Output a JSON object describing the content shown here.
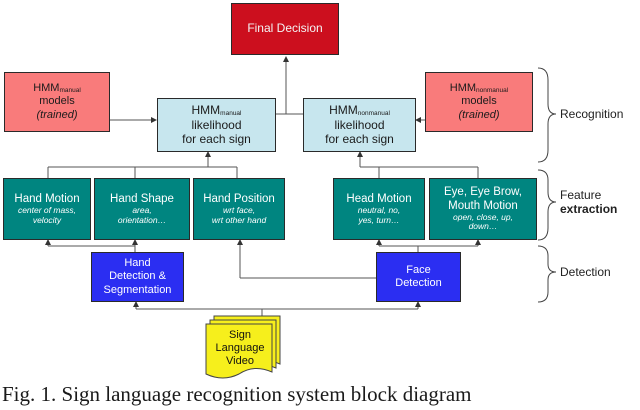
{
  "final_decision": "Final Decision",
  "models_manual": {
    "prefix": "HMM",
    "sub": "manual",
    "line2": "models",
    "line3": "(trained)"
  },
  "models_nonmanual": {
    "prefix": "HMM",
    "sub": "nonmanual",
    "line2": "models",
    "line3": "(trained)"
  },
  "likelihood_manual": {
    "prefix": "HMM",
    "sub": "manual",
    "line2": "likelihood",
    "line3": "for each sign"
  },
  "likelihood_nonmanual": {
    "prefix": "HMM",
    "sub": "nonmanual",
    "line2": "likelihood",
    "line3": "for each sign"
  },
  "features": {
    "hand_motion": {
      "title": "Hand Motion",
      "sub1": "center of mass,",
      "sub2": "velocity"
    },
    "hand_shape": {
      "title": "Hand Shape",
      "sub1": "area,",
      "sub2": "orientation…"
    },
    "hand_position": {
      "title": "Hand Position",
      "sub1": "wrt face,",
      "sub2": "wrt other hand"
    },
    "head_motion": {
      "title": "Head Motion",
      "sub1": "neutral, no,",
      "sub2": "yes, turn…"
    },
    "eye_motion": {
      "title1": "Eye, Eye Brow,",
      "title2": "Mouth Motion",
      "sub1": "open, close, up,",
      "sub2": "down…"
    }
  },
  "detection": {
    "hand": {
      "line1": "Hand",
      "line2": "Detection &",
      "line3": "Segmentation"
    },
    "face": {
      "line1": "Face",
      "line2": "Detection"
    }
  },
  "video": {
    "line1": "Sign",
    "line2": "Language",
    "line3": "Video"
  },
  "stages": {
    "recognition": "Recognition",
    "feature1": "Feature",
    "feature2": "extraction",
    "detection": "Detection"
  },
  "caption": "Fig. 1. Sign language recognition system block diagram",
  "colors": {
    "final": "#cc0f1e",
    "models": "#f97b7b",
    "likelihood": "#c7e6ee",
    "features": "#008580",
    "detection": "#2b2ef2",
    "video": "#f6ef1c"
  }
}
